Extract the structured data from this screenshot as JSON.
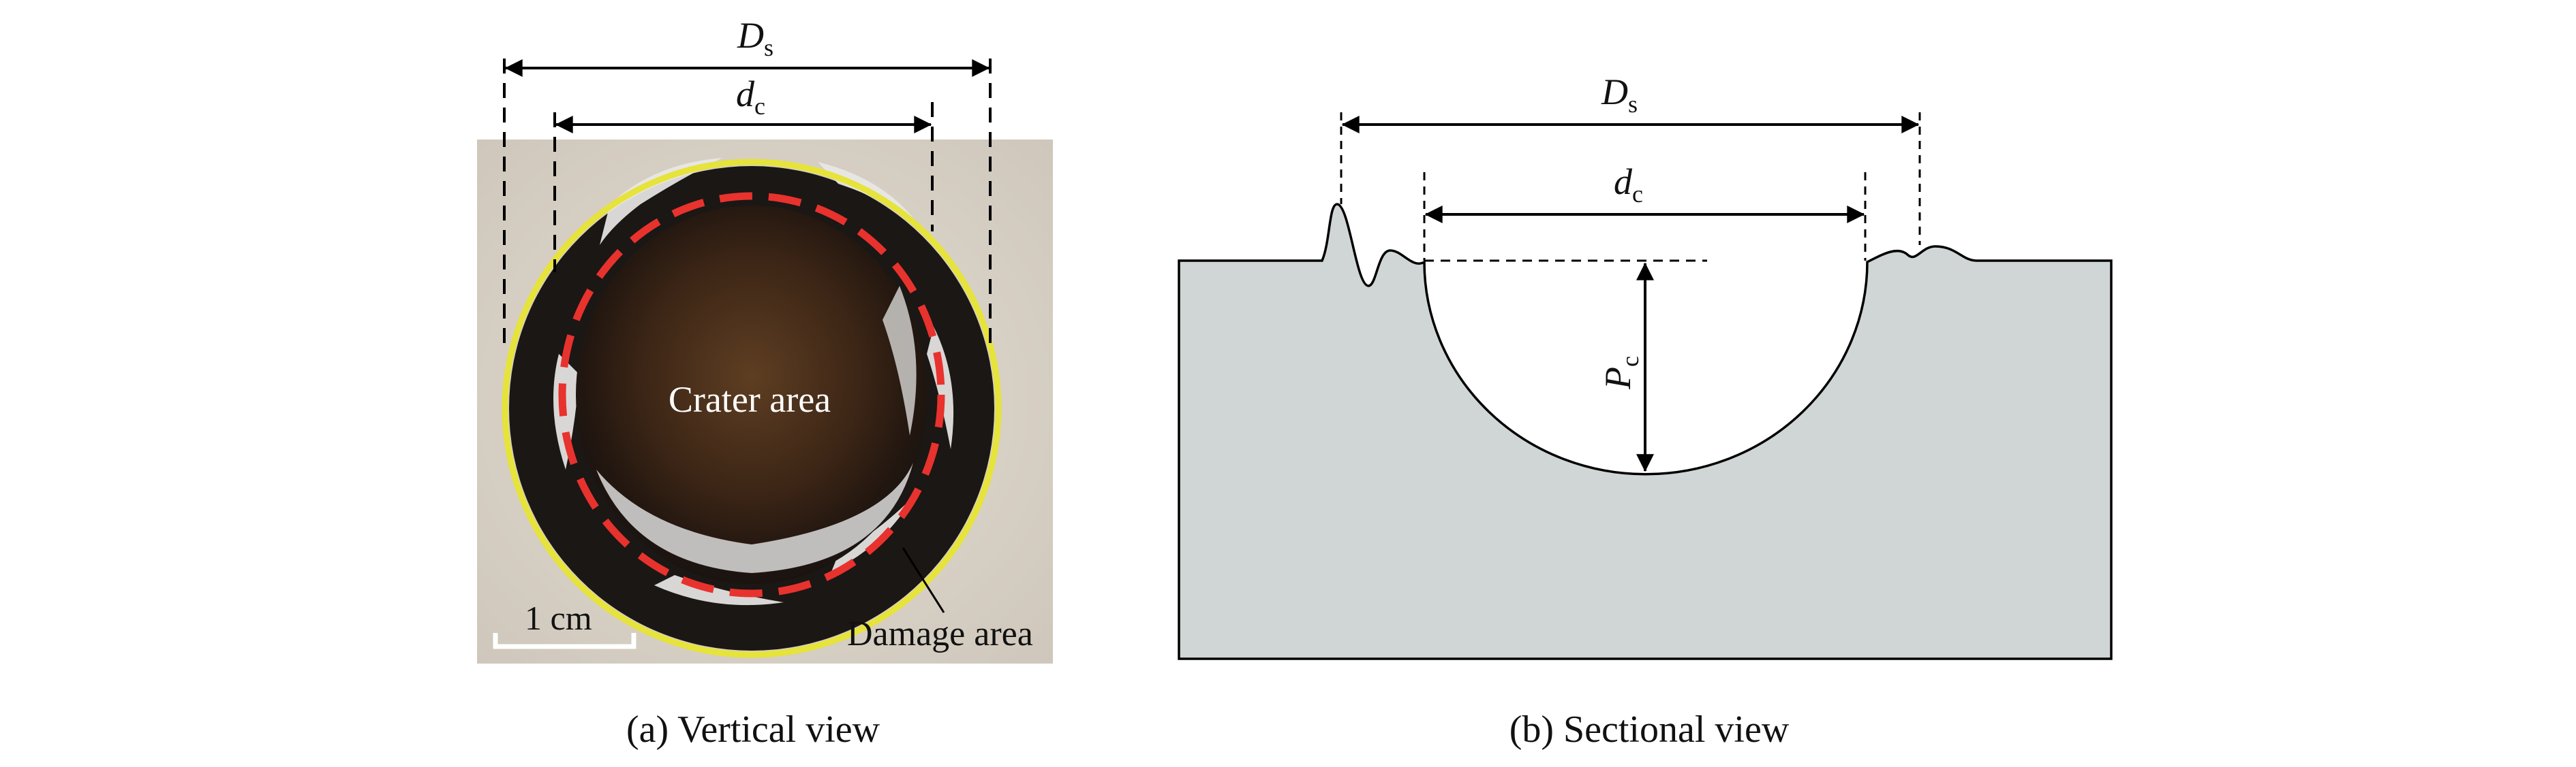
{
  "panel_a": {
    "label_D_main": "D",
    "label_D_sub": "s",
    "label_d_main": "d",
    "label_d_sub": "c",
    "crater_text": "Crater area",
    "damage_text": "Damage area",
    "scale_text": "1 cm",
    "caption": "(a) Vertical view"
  },
  "panel_b": {
    "label_D_main": "D",
    "label_D_sub": "s",
    "label_d_main": "d",
    "label_d_sub": "c",
    "label_P_main": "P",
    "label_P_sub": "c",
    "caption": "(b) Sectional view"
  },
  "colors": {
    "yellow_outline": "#e6e33a",
    "red_dashed": "#e8322e",
    "block_fill": "#cfd6d5",
    "photo_bg": "#d9d2c8"
  }
}
